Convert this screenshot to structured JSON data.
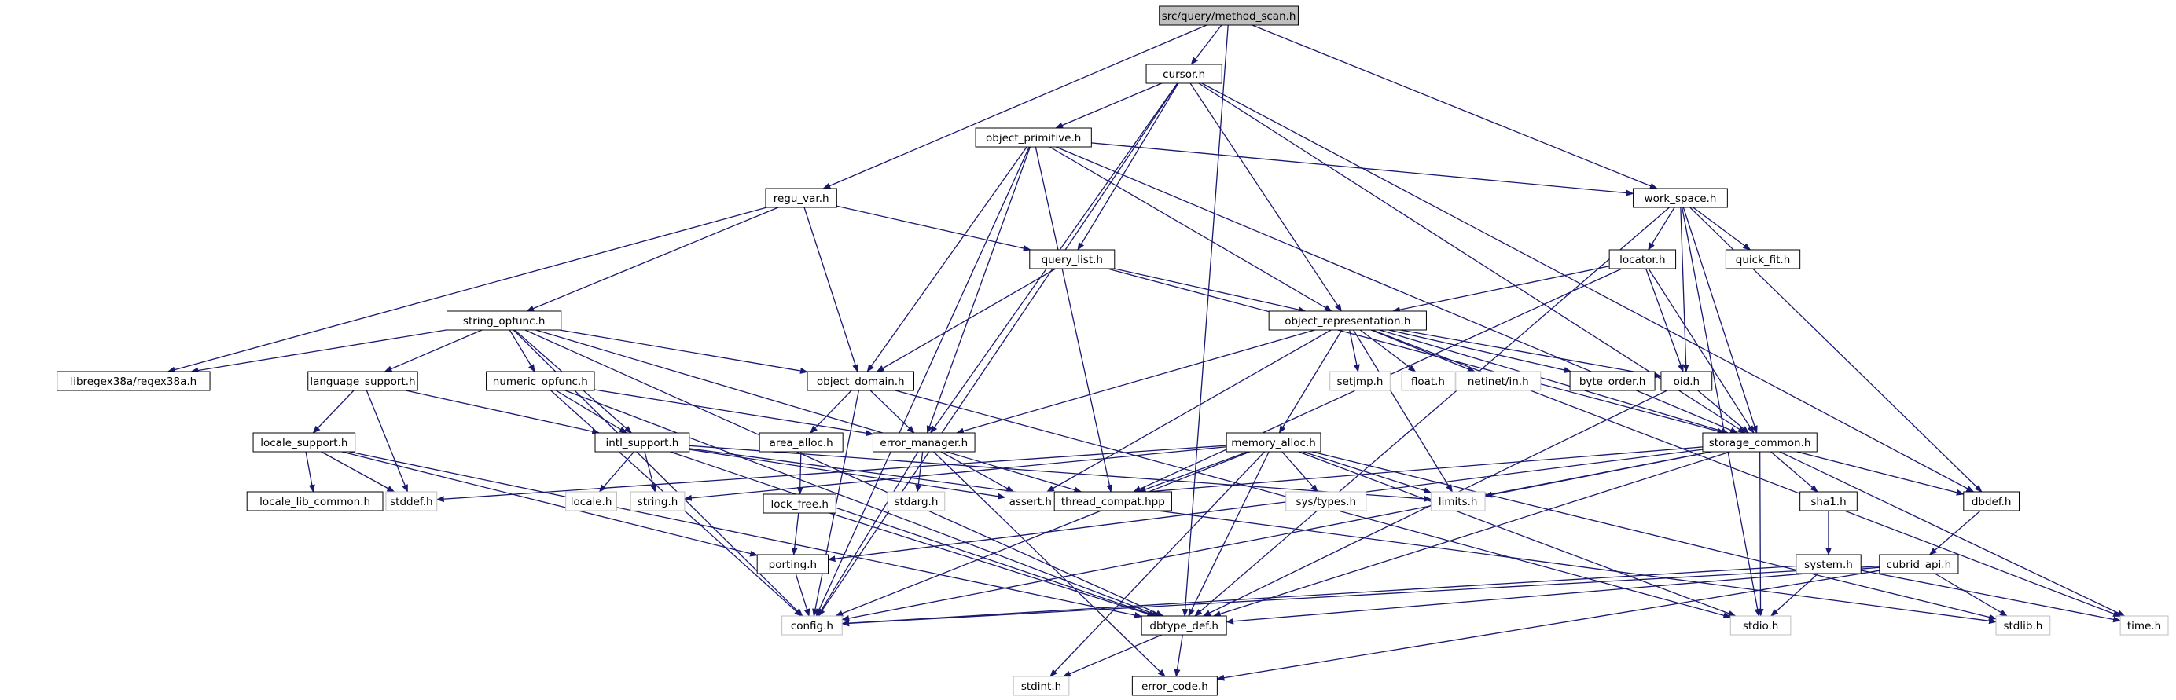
{
  "graph": {
    "colors": {
      "edge": "#191970",
      "node_border": "#000000",
      "grey_border": "#bfbfbf",
      "root_fill": "#bfbfbf",
      "grey_text": "#7f7f7f"
    },
    "nodes": [
      {
        "id": "method_scan",
        "label": "src/query/method_scan.h",
        "style": "root"
      },
      {
        "id": "cursor",
        "label": "cursor.h",
        "style": "normal"
      },
      {
        "id": "object_primitive",
        "label": "object_primitive.h",
        "style": "normal"
      },
      {
        "id": "regu_var",
        "label": "regu_var.h",
        "style": "normal"
      },
      {
        "id": "work_space",
        "label": "work_space.h",
        "style": "normal"
      },
      {
        "id": "query_list",
        "label": "query_list.h",
        "style": "normal"
      },
      {
        "id": "locator",
        "label": "locator.h",
        "style": "normal"
      },
      {
        "id": "quick_fit",
        "label": "quick_fit.h",
        "style": "normal"
      },
      {
        "id": "string_opfunc",
        "label": "string_opfunc.h",
        "style": "normal"
      },
      {
        "id": "object_representation",
        "label": "object_representation.h",
        "style": "normal"
      },
      {
        "id": "libregex",
        "label": "libregex38a/regex38a.h",
        "style": "normal"
      },
      {
        "id": "language_support",
        "label": "language_support.h",
        "style": "normal"
      },
      {
        "id": "numeric_opfunc",
        "label": "numeric_opfunc.h",
        "style": "normal"
      },
      {
        "id": "object_domain",
        "label": "object_domain.h",
        "style": "normal"
      },
      {
        "id": "setjmp",
        "label": "setjmp.h",
        "style": "grey"
      },
      {
        "id": "float",
        "label": "float.h",
        "style": "grey"
      },
      {
        "id": "netinet",
        "label": "netinet/in.h",
        "style": "grey"
      },
      {
        "id": "byte_order",
        "label": "byte_order.h",
        "style": "normal"
      },
      {
        "id": "oid",
        "label": "oid.h",
        "style": "normal"
      },
      {
        "id": "locale_support",
        "label": "locale_support.h",
        "style": "normal"
      },
      {
        "id": "intl_support",
        "label": "intl_support.h",
        "style": "normal"
      },
      {
        "id": "area_alloc",
        "label": "area_alloc.h",
        "style": "normal"
      },
      {
        "id": "error_manager",
        "label": "error_manager.h",
        "style": "normal"
      },
      {
        "id": "memory_alloc",
        "label": "memory_alloc.h",
        "style": "normal"
      },
      {
        "id": "storage_common",
        "label": "storage_common.h",
        "style": "normal"
      },
      {
        "id": "locale_lib_common",
        "label": "locale_lib_common.h",
        "style": "normal"
      },
      {
        "id": "stddef",
        "label": "stddef.h",
        "style": "grey"
      },
      {
        "id": "locale",
        "label": "locale.h",
        "style": "grey"
      },
      {
        "id": "string",
        "label": "string.h",
        "style": "grey"
      },
      {
        "id": "lock_free",
        "label": "lock_free.h",
        "style": "normal"
      },
      {
        "id": "stdarg",
        "label": "stdarg.h",
        "style": "grey"
      },
      {
        "id": "assert",
        "label": "assert.h",
        "style": "grey"
      },
      {
        "id": "thread_compat",
        "label": "thread_compat.hpp",
        "style": "normal"
      },
      {
        "id": "sys_types",
        "label": "sys/types.h",
        "style": "grey"
      },
      {
        "id": "limits",
        "label": "limits.h",
        "style": "grey"
      },
      {
        "id": "sha1",
        "label": "sha1.h",
        "style": "normal"
      },
      {
        "id": "dbdef",
        "label": "dbdef.h",
        "style": "normal"
      },
      {
        "id": "porting",
        "label": "porting.h",
        "style": "normal"
      },
      {
        "id": "system",
        "label": "system.h",
        "style": "normal"
      },
      {
        "id": "cubrid_api",
        "label": "cubrid_api.h",
        "style": "normal"
      },
      {
        "id": "config",
        "label": "config.h",
        "style": "grey"
      },
      {
        "id": "dbtype_def",
        "label": "dbtype_def.h",
        "style": "normal"
      },
      {
        "id": "stdio",
        "label": "stdio.h",
        "style": "grey"
      },
      {
        "id": "stdlib",
        "label": "stdlib.h",
        "style": "grey"
      },
      {
        "id": "time",
        "label": "time.h",
        "style": "grey"
      },
      {
        "id": "stdint",
        "label": "stdint.h",
        "style": "grey"
      },
      {
        "id": "error_code",
        "label": "error_code.h",
        "style": "normal"
      }
    ],
    "edges": [
      [
        "method_scan",
        "cursor"
      ],
      [
        "method_scan",
        "regu_var"
      ],
      [
        "method_scan",
        "work_space"
      ],
      [
        "method_scan",
        "dbtype_def"
      ],
      [
        "cursor",
        "object_primitive"
      ],
      [
        "cursor",
        "query_list"
      ],
      [
        "cursor",
        "object_representation"
      ],
      [
        "cursor",
        "error_manager"
      ],
      [
        "cursor",
        "storage_common"
      ],
      [
        "cursor",
        "dbdef"
      ],
      [
        "cursor",
        "config"
      ],
      [
        "object_primitive",
        "work_space"
      ],
      [
        "object_primitive",
        "object_representation"
      ],
      [
        "object_primitive",
        "object_domain"
      ],
      [
        "object_primitive",
        "error_manager"
      ],
      [
        "object_primitive",
        "thread_compat"
      ],
      [
        "object_primitive",
        "storage_common"
      ],
      [
        "object_primitive",
        "config"
      ],
      [
        "regu_var",
        "query_list"
      ],
      [
        "regu_var",
        "string_opfunc"
      ],
      [
        "regu_var",
        "object_domain"
      ],
      [
        "regu_var",
        "libregex"
      ],
      [
        "work_space",
        "locator"
      ],
      [
        "work_space",
        "quick_fit"
      ],
      [
        "work_space",
        "oid"
      ],
      [
        "work_space",
        "storage_common"
      ],
      [
        "work_space",
        "dbdef"
      ],
      [
        "work_space",
        "dbtype_def"
      ],
      [
        "work_space",
        "stdio"
      ],
      [
        "query_list",
        "object_representation"
      ],
      [
        "query_list",
        "object_domain"
      ],
      [
        "query_list",
        "storage_common"
      ],
      [
        "locator",
        "object_representation"
      ],
      [
        "locator",
        "oid"
      ],
      [
        "locator",
        "storage_common"
      ],
      [
        "locator",
        "thread_compat"
      ],
      [
        "string_opfunc",
        "libregex"
      ],
      [
        "string_opfunc",
        "language_support"
      ],
      [
        "string_opfunc",
        "numeric_opfunc"
      ],
      [
        "string_opfunc",
        "object_domain"
      ],
      [
        "string_opfunc",
        "intl_support"
      ],
      [
        "string_opfunc",
        "thread_compat"
      ],
      [
        "string_opfunc",
        "dbtype_def"
      ],
      [
        "string_opfunc",
        "config"
      ],
      [
        "object_representation",
        "setjmp"
      ],
      [
        "object_representation",
        "float"
      ],
      [
        "object_representation",
        "netinet"
      ],
      [
        "object_representation",
        "byte_order"
      ],
      [
        "object_representation",
        "oid"
      ],
      [
        "object_representation",
        "memory_alloc"
      ],
      [
        "object_representation",
        "error_manager"
      ],
      [
        "object_representation",
        "storage_common"
      ],
      [
        "object_representation",
        "assert"
      ],
      [
        "object_representation",
        "limits"
      ],
      [
        "object_representation",
        "time"
      ],
      [
        "language_support",
        "locale_support"
      ],
      [
        "language_support",
        "intl_support"
      ],
      [
        "language_support",
        "stddef"
      ],
      [
        "numeric_opfunc",
        "intl_support"
      ],
      [
        "numeric_opfunc",
        "error_manager"
      ],
      [
        "numeric_opfunc",
        "dbtype_def"
      ],
      [
        "numeric_opfunc",
        "config"
      ],
      [
        "object_domain",
        "area_alloc"
      ],
      [
        "object_domain",
        "error_manager"
      ],
      [
        "object_domain",
        "stdio"
      ],
      [
        "object_domain",
        "config"
      ],
      [
        "oid",
        "storage_common"
      ],
      [
        "oid",
        "dbtype_def"
      ],
      [
        "locale_support",
        "locale_lib_common"
      ],
      [
        "locale_support",
        "stddef"
      ],
      [
        "locale_support",
        "porting"
      ],
      [
        "locale_support",
        "dbtype_def"
      ],
      [
        "intl_support",
        "locale"
      ],
      [
        "intl_support",
        "string"
      ],
      [
        "intl_support",
        "assert"
      ],
      [
        "intl_support",
        "limits"
      ],
      [
        "intl_support",
        "dbtype_def"
      ],
      [
        "intl_support",
        "stdlib"
      ],
      [
        "area_alloc",
        "lock_free"
      ],
      [
        "error_manager",
        "stdarg"
      ],
      [
        "error_manager",
        "assert"
      ],
      [
        "error_manager",
        "config"
      ],
      [
        "error_manager",
        "error_code"
      ],
      [
        "memory_alloc",
        "stddef"
      ],
      [
        "memory_alloc",
        "string"
      ],
      [
        "memory_alloc",
        "thread_compat"
      ],
      [
        "memory_alloc",
        "sys_types"
      ],
      [
        "memory_alloc",
        "limits"
      ],
      [
        "memory_alloc",
        "dbtype_def"
      ],
      [
        "memory_alloc",
        "stdio"
      ],
      [
        "memory_alloc",
        "stdlib"
      ],
      [
        "memory_alloc",
        "stdint"
      ],
      [
        "memory_alloc",
        "config"
      ],
      [
        "storage_common",
        "sha1"
      ],
      [
        "storage_common",
        "dbdef"
      ],
      [
        "storage_common",
        "assert"
      ],
      [
        "storage_common",
        "limits"
      ],
      [
        "storage_common",
        "porting"
      ],
      [
        "storage_common",
        "dbtype_def"
      ],
      [
        "storage_common",
        "stdio"
      ],
      [
        "storage_common",
        "time"
      ],
      [
        "storage_common",
        "config"
      ],
      [
        "lock_free",
        "porting"
      ],
      [
        "lock_free",
        "dbtype_def"
      ],
      [
        "sha1",
        "system"
      ],
      [
        "dbdef",
        "cubrid_api"
      ],
      [
        "porting",
        "config"
      ],
      [
        "system",
        "stdio"
      ],
      [
        "system",
        "time"
      ],
      [
        "system",
        "config"
      ],
      [
        "cubrid_api",
        "dbtype_def"
      ],
      [
        "cubrid_api",
        "stdlib"
      ],
      [
        "cubrid_api",
        "error_code"
      ],
      [
        "cubrid_api",
        "config"
      ],
      [
        "dbtype_def",
        "stdint"
      ],
      [
        "dbtype_def",
        "error_code"
      ]
    ]
  }
}
